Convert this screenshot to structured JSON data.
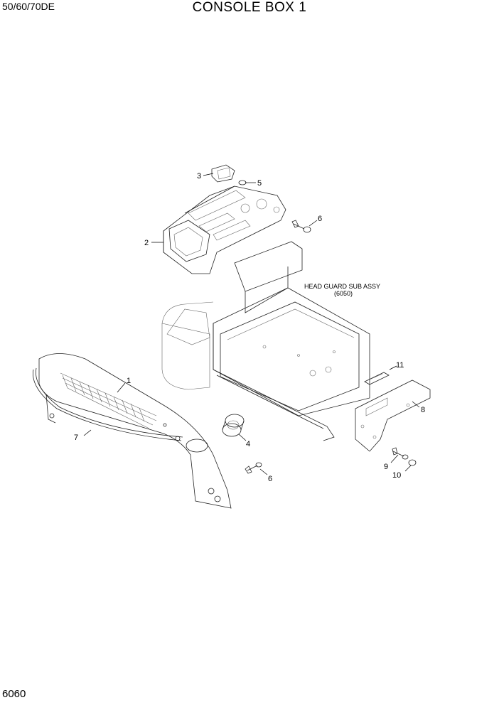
{
  "header": {
    "model": "50/60/70DE",
    "title": "CONSOLE BOX 1"
  },
  "footer": {
    "page_number": "6060"
  },
  "reference_label": {
    "line1": "HEAD GUARD SUB ASSY",
    "line2": "(6050)"
  },
  "callouts": {
    "c1": "1",
    "c2": "2",
    "c3": "3",
    "c4": "4",
    "c5": "5",
    "c6a": "6",
    "c6b": "6",
    "c7": "7",
    "c8": "8",
    "c9": "9",
    "c10": "10",
    "c11": "11"
  }
}
